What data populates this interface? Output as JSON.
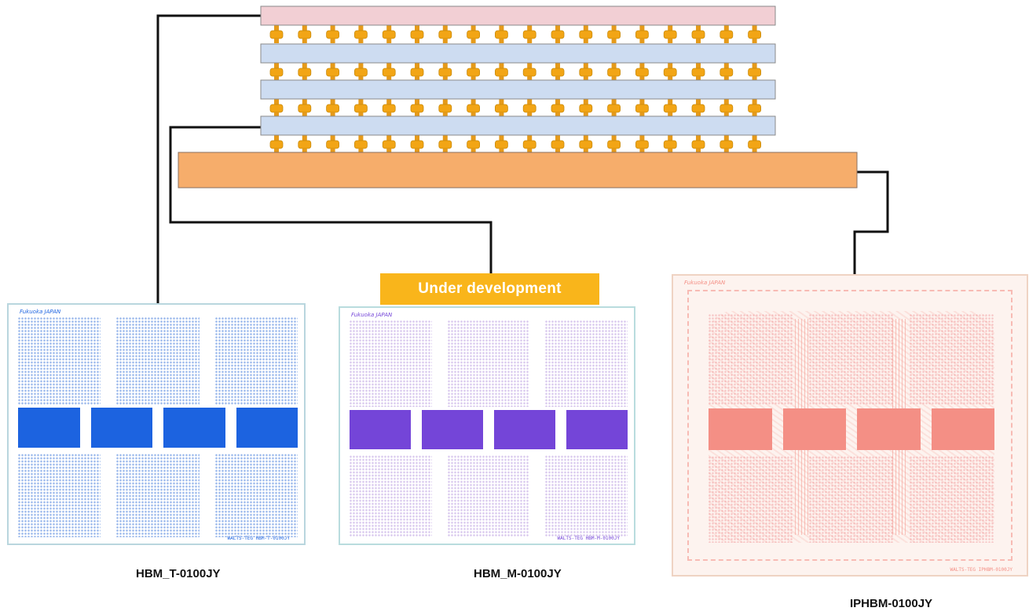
{
  "stack": {
    "die_layers": 4,
    "bumps_per_row": 18,
    "top_die_color": "#f2cfd4",
    "core_die_color": "#cddcf1",
    "base_die_color": "#f6ad6b",
    "bump_color": "#f2a515"
  },
  "chips": [
    {
      "id": "hbm-t",
      "label": "HBM_T-0100JY",
      "corner_text": "Fukuoka JAPAN",
      "part_text": "WALTS-TEG HBM-T-0100JY",
      "accent": "#1c63e0",
      "field": "#9cb9ec",
      "border": "#b9d6de"
    },
    {
      "id": "hbm-m",
      "label": "HBM_M-0100JY",
      "corner_text": "Fukuoka JAPAN",
      "part_text": "WALTS-TEG HBM-M-0100JY",
      "accent": "#7445d8",
      "field": "#d9c9ee",
      "border": "#b9dcde",
      "status_badge": "Under development"
    },
    {
      "id": "iphbm",
      "label": "IPHBM-0100JY",
      "corner_text": "Fukuoka JAPAN",
      "part_text": "WALTS-TEG IPHBM-0100JY",
      "accent": "#f48f85",
      "field": "#f7c8c8",
      "border": "#efd3c3"
    }
  ]
}
